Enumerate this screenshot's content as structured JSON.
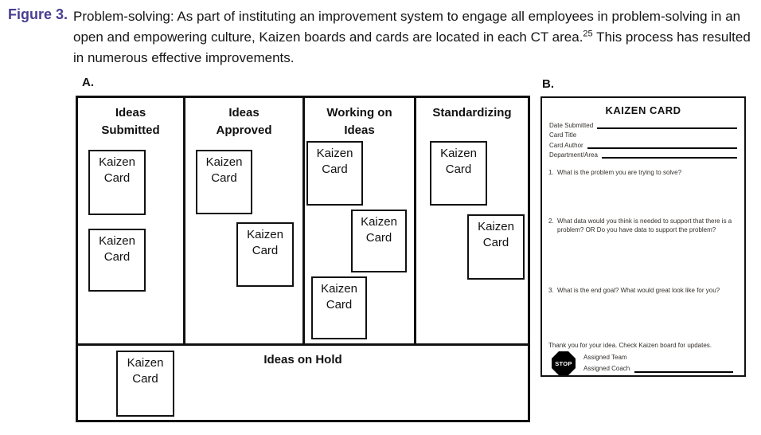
{
  "figure": {
    "label": "Figure 3.",
    "caption_part1": "Problem-solving: As part of instituting an improvement system to engage all employees in problem-solving in an open and empowering culture, Kaizen boards and cards are located in each CT area.",
    "caption_sup": "25",
    "caption_part2": " This process has resulted in numerous effective improvements."
  },
  "panel_a": {
    "label": "A.",
    "card_label": "Kaizen Card",
    "columns": [
      {
        "label": "Ideas Submitted"
      },
      {
        "label": "Ideas Approved"
      },
      {
        "label": "Working on Ideas"
      },
      {
        "label": "Standardizing"
      }
    ],
    "hold_row_label": "Ideas on Hold"
  },
  "panel_b": {
    "label": "B.",
    "title": "KAIZEN CARD",
    "fields": [
      "Date Submitted",
      "Card Title",
      "Card Author",
      "Department/Area"
    ],
    "questions": [
      {
        "num": "1.",
        "text": "What is the problem you are trying to solve?"
      },
      {
        "num": "2.",
        "text": "What data would you think is needed to support that there is a problem? OR Do you have data to support the problem?"
      },
      {
        "num": "3.",
        "text": "What is the end goal? What would great look like for you?"
      }
    ],
    "thanks": "Thank you for your idea. Check Kaizen board for updates.",
    "stop_label": "STOP",
    "assigned_team_label": "Assigned Team",
    "assigned_coach_label": "Assigned Coach"
  }
}
